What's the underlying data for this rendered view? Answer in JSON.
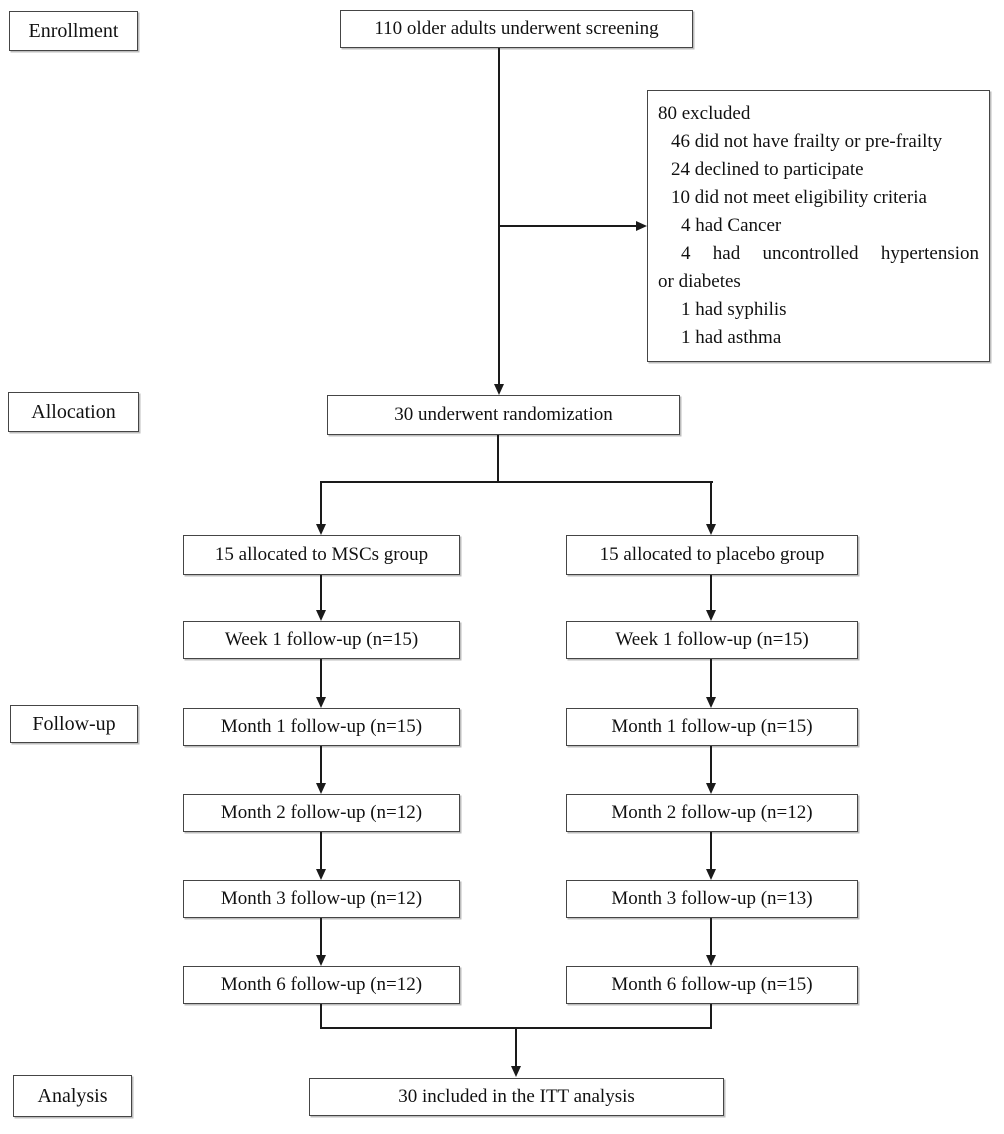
{
  "diagram": {
    "stages": {
      "enrollment": "Enrollment",
      "allocation": "Allocation",
      "followup": "Follow-up",
      "analysis": "Analysis"
    },
    "screening": "110 older adults underwent screening",
    "excluded": {
      "header": "80 excluded",
      "items": [
        {
          "text": "46 did not have frailty or pre-frailty"
        },
        {
          "text": "24 declined to participate"
        },
        {
          "text": "10 did not meet eligibility criteria"
        },
        {
          "text": "4 had Cancer"
        },
        {
          "text": "4 had uncontrolled hypertension"
        },
        {
          "text": "or diabetes"
        },
        {
          "text": "1 had syphilis"
        },
        {
          "text": "1 had asthma"
        }
      ]
    },
    "randomization": "30 underwent randomization",
    "groups": {
      "msc": {
        "allocated": "15 allocated to MSCs group",
        "followups": [
          "Week 1 follow-up (n=15)",
          "Month 1 follow-up (n=15)",
          "Month 2 follow-up (n=12)",
          "Month 3 follow-up (n=12)",
          "Month 6 follow-up (n=12)"
        ]
      },
      "placebo": {
        "allocated": "15 allocated to placebo group",
        "followups": [
          "Week 1 follow-up (n=15)",
          "Month 1 follow-up (n=15)",
          "Month 2 follow-up (n=12)",
          "Month 3 follow-up (n=13)",
          "Month 6 follow-up (n=15)"
        ]
      }
    },
    "analysis_box": "30 included in the ITT analysis",
    "colors": {
      "line": "#1a1a1a",
      "border": "#454545",
      "background": "#ffffff"
    }
  }
}
